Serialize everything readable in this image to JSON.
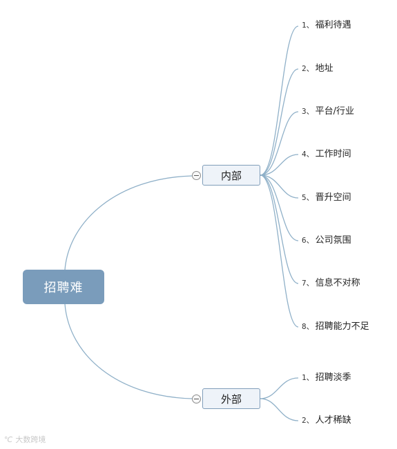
{
  "root": {
    "label": "招聘难"
  },
  "branches": [
    {
      "label": "内部",
      "items": [
        {
          "num": "1、",
          "text": "福利待遇"
        },
        {
          "num": "2、",
          "text": "地址"
        },
        {
          "num": "3、",
          "text": "平台/行业"
        },
        {
          "num": "4、",
          "text": "工作时间"
        },
        {
          "num": "5、",
          "text": "晋升空间"
        },
        {
          "num": "6、",
          "text": "公司氛围"
        },
        {
          "num": "7、",
          "text": "信息不对称"
        },
        {
          "num": "8、",
          "text": "招聘能力不足"
        }
      ]
    },
    {
      "label": "外部",
      "items": [
        {
          "num": "1、",
          "text": "招聘淡季"
        },
        {
          "num": "2、",
          "text": "人才稀缺"
        }
      ]
    }
  ],
  "watermark": {
    "icon": "℃",
    "text": "大数跨境"
  },
  "colors": {
    "line": "#8fb0c8",
    "root_fill": "#7a9cbb",
    "branch_fill": "#eef3f9",
    "branch_border": "#7f9db9"
  }
}
